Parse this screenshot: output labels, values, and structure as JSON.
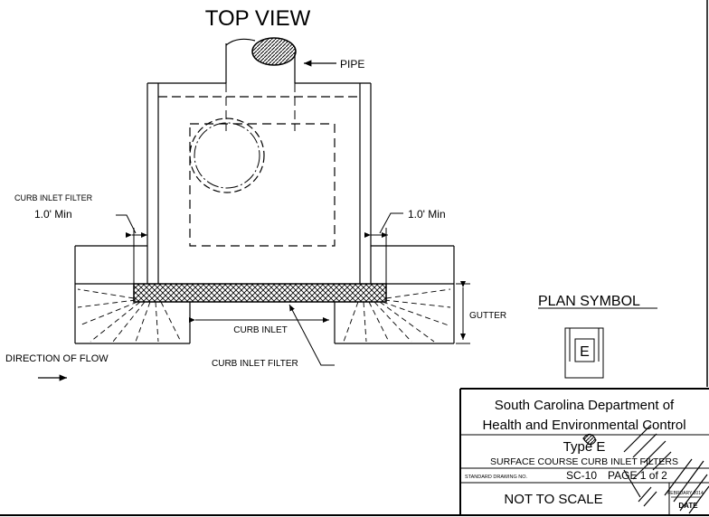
{
  "title": "TOP VIEW",
  "labels": {
    "pipe": "PIPE",
    "curb_inlet_filter_top": "CURB INLET FILTER",
    "min_left": "1.0' Min",
    "min_right": "1.0' Min",
    "gutter": "GUTTER",
    "curb_inlet": "CURB INLET",
    "curb_inlet_filter_bottom": "CURB INLET FILTER",
    "direction_of_flow": "DIRECTION OF FLOW",
    "plan_symbol": "PLAN SYMBOL",
    "plan_symbol_letter": "E"
  },
  "title_block": {
    "agency_line1": "South Carolina Department of",
    "agency_line2": "Health and Environmental Control",
    "type": "Type E",
    "subtitle": "SURFACE COURSE CURB INLET FILTERS",
    "std_label": "STANDARD DRAWING NO.",
    "drawing_no": "SC-10",
    "page": "PAGE 1 of 2",
    "scale": "NOT TO SCALE",
    "date_month": "FEBRUARY 2014",
    "date_label": "DATE"
  },
  "colors": {
    "line": "#000000",
    "background": "#ffffff"
  }
}
